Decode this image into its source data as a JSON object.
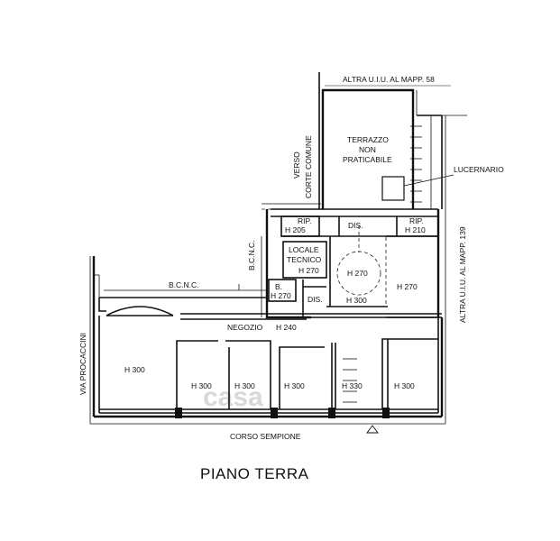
{
  "plan": {
    "title": "PIANO TERRA",
    "watermark": "casa",
    "labels": {
      "top_neighbor": "ALTRA U.I.U. AL MAPP. 58",
      "right_neighbor": "ALTRA U.I.U. AL MAPP. 139",
      "left_street": "VIA PROCACCINI",
      "bottom_street": "CORSO SEMPIONE",
      "verso": "VERSO",
      "corte_comune": "CORTE COMUNE",
      "terrazzo": "TERRAZZO",
      "non": "NON",
      "praticabile": "PRATICABILE",
      "lucernario": "LUCERNARIO",
      "rip_left": "RIP.",
      "h205": "H 205",
      "dis_top": "DIS.",
      "rip_right": "RIP.",
      "h210": "H 210",
      "bcnc_vertical": "B.C.N.C.",
      "locale": "LOCALE",
      "tecnico": "TECNICO",
      "h270_tec": "H 270",
      "h270_round": "H 270",
      "h270_right": "H 270",
      "b": "B.",
      "h270_b": "H 270",
      "dis_mid": "DIS.",
      "h300_mid": "H 300",
      "bcnc_horizontal": "B.C.N.C.",
      "negozio": "NEGOZIO",
      "h240": "H 240",
      "h300_a": "H 300",
      "h300_b": "H 300",
      "h300_c": "H 300",
      "h300_d": "H 300",
      "h330": "H 330",
      "h300_e": "H 300"
    }
  }
}
